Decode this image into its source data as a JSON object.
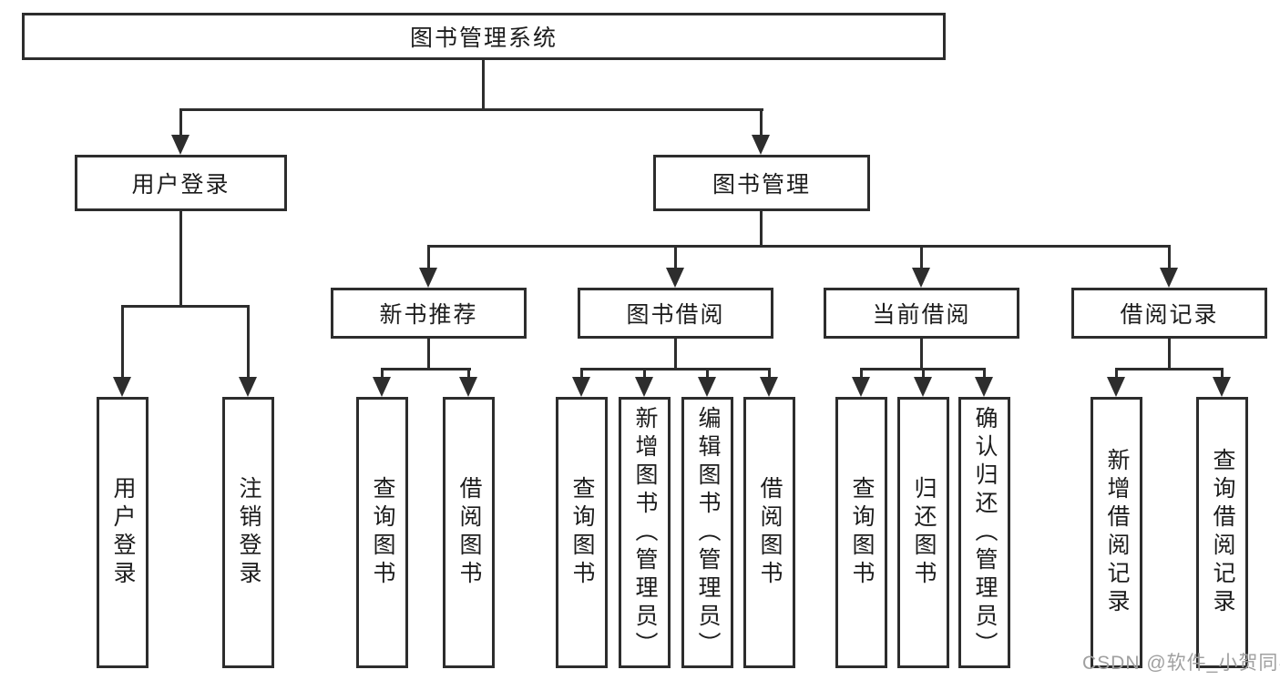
{
  "tree": {
    "label": "图书管理系统",
    "children": [
      {
        "label": "用户登录",
        "children": [
          {
            "label": "用户登录"
          },
          {
            "label": "注销登录"
          }
        ]
      },
      {
        "label": "图书管理",
        "children": [
          {
            "label": "新书推荐",
            "children": [
              {
                "label": "查询图书"
              },
              {
                "label": "借阅图书"
              }
            ]
          },
          {
            "label": "图书借阅",
            "children": [
              {
                "label": "查询图书"
              },
              {
                "label": "新增图书（管理员）"
              },
              {
                "label": "编辑图书（管理员）"
              },
              {
                "label": "借阅图书"
              }
            ]
          },
          {
            "label": "当前借阅",
            "children": [
              {
                "label": "查询图书"
              },
              {
                "label": "归还图书"
              },
              {
                "label": "确认归还（管理员）"
              }
            ]
          },
          {
            "label": "借阅记录",
            "children": [
              {
                "label": "新增借阅记录"
              },
              {
                "label": "查询借阅记录"
              }
            ]
          }
        ]
      }
    ]
  },
  "watermark": "CSDN @软件_小贺同学",
  "colors": {
    "line": "#2d2d2d",
    "background": "#ffffff",
    "watermark": "#a0a0a0"
  }
}
